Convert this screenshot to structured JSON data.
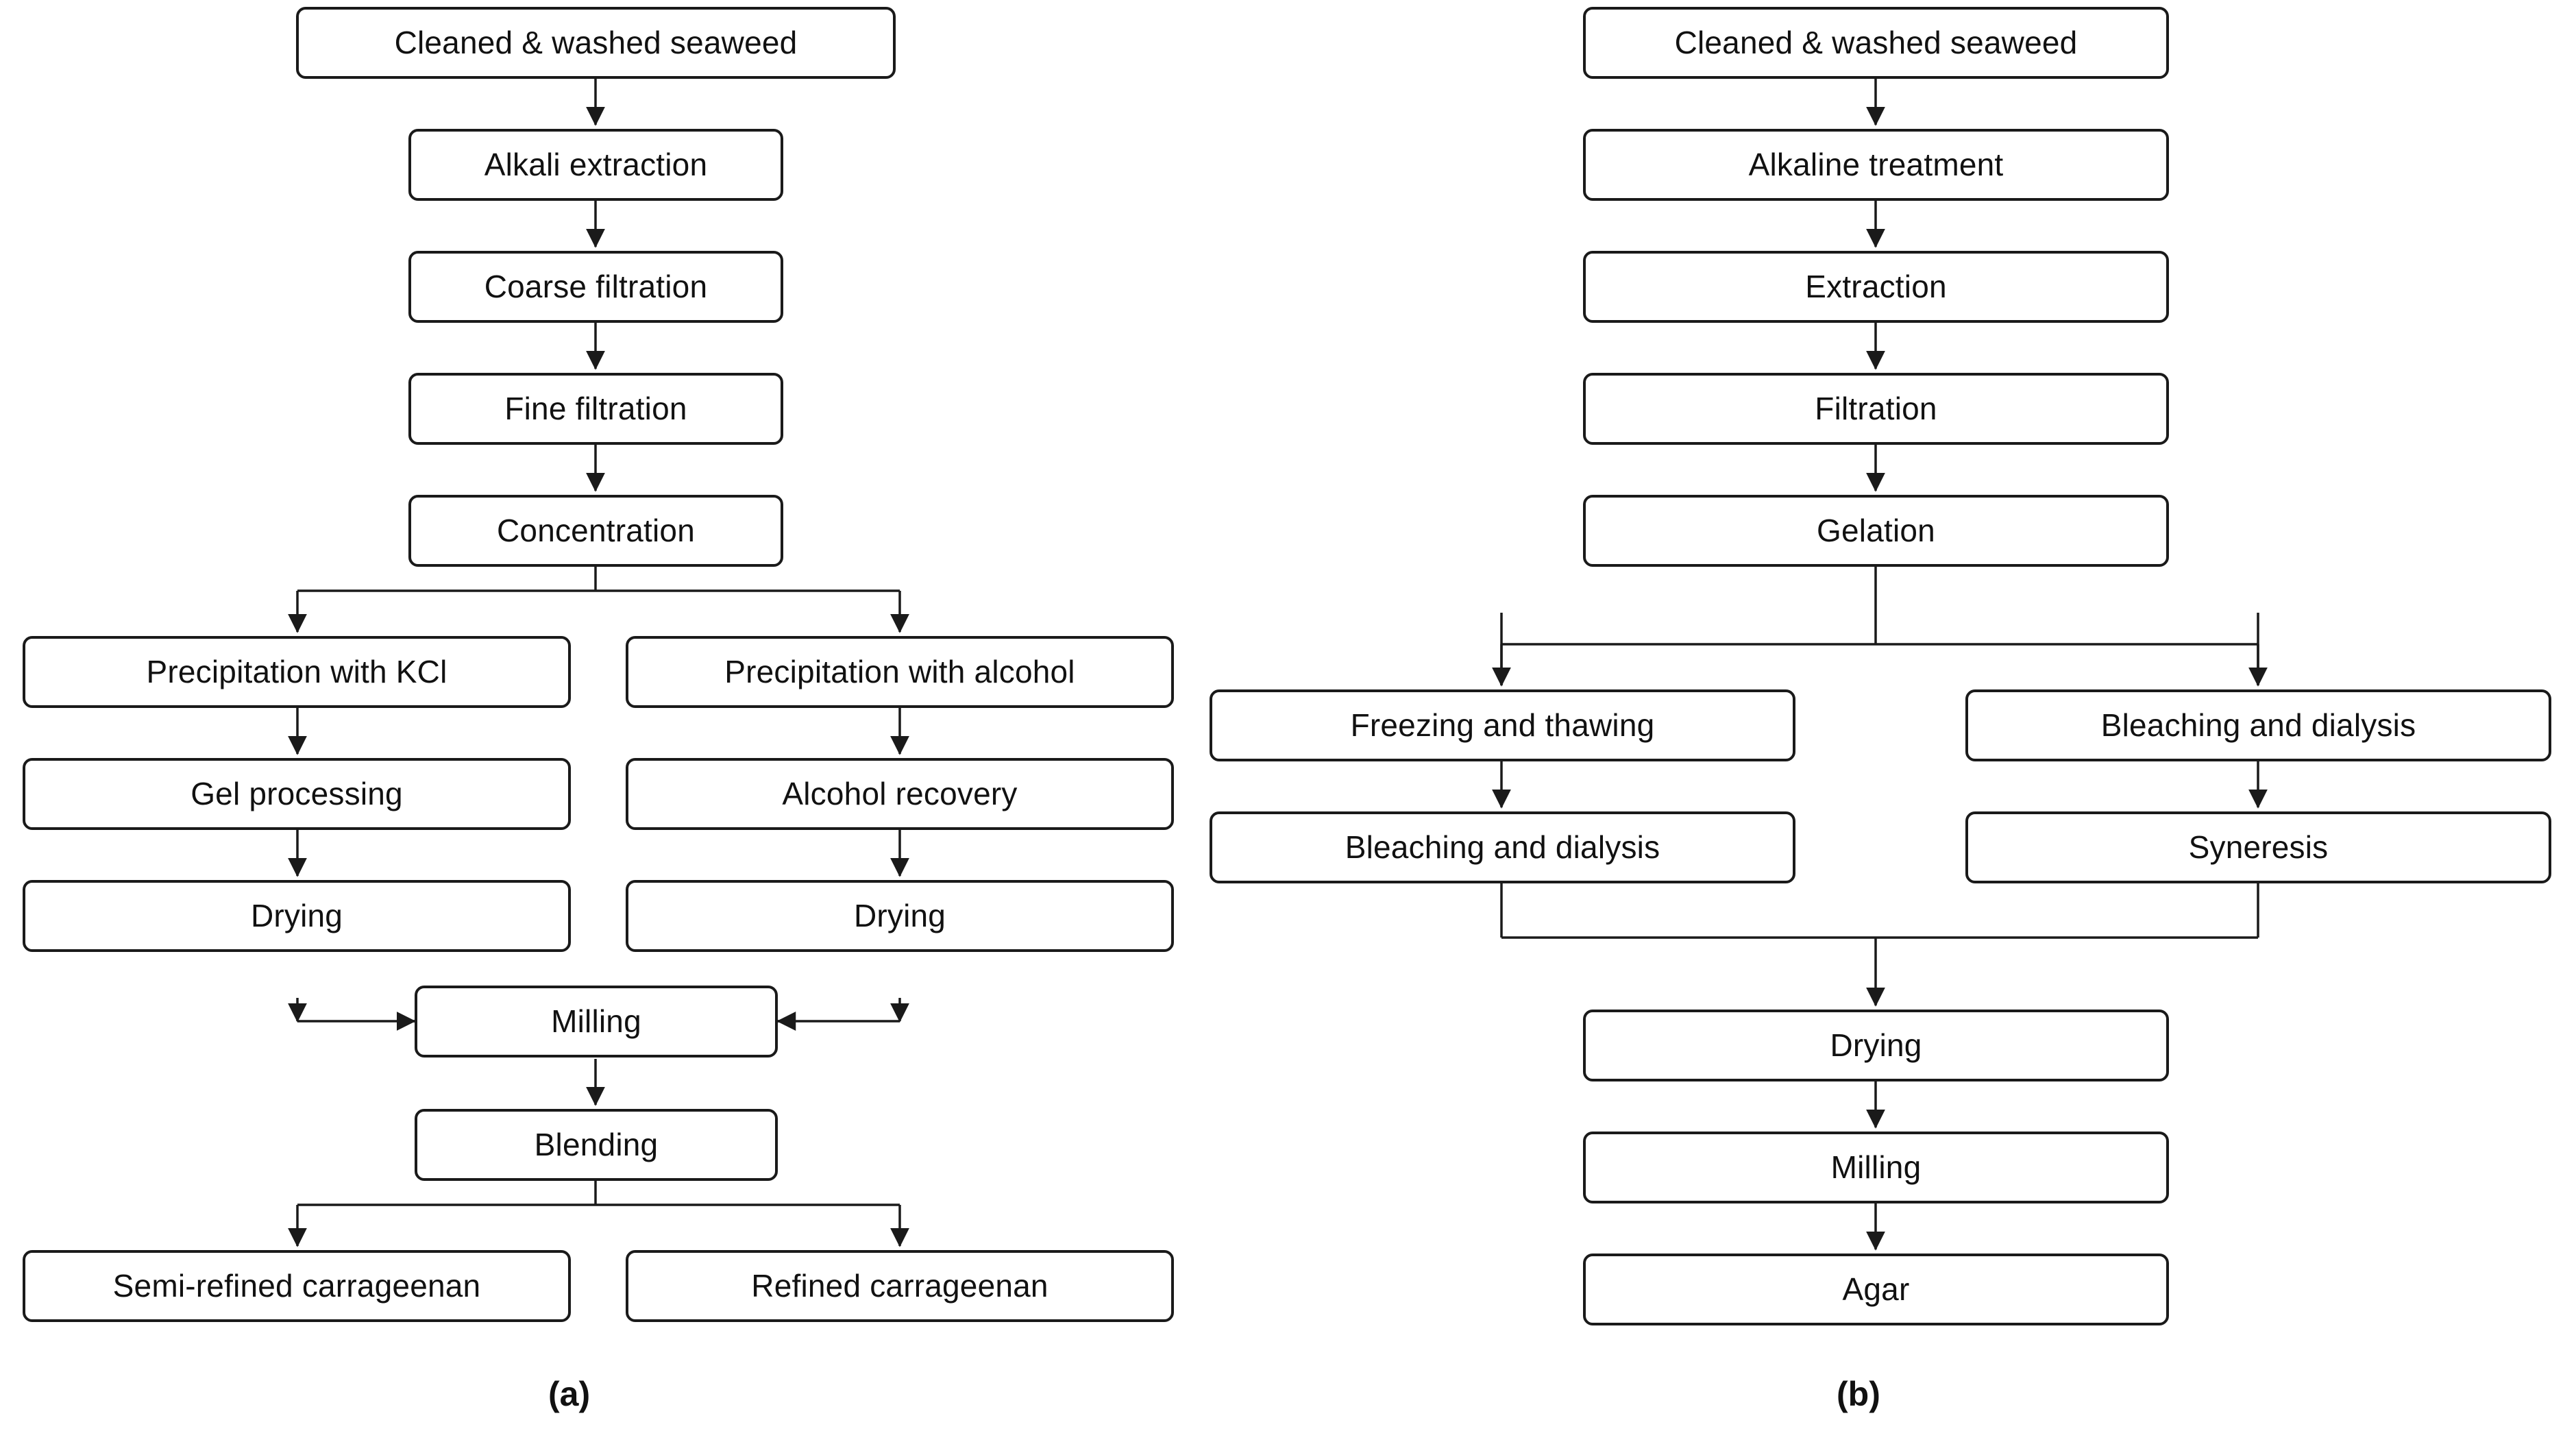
{
  "figure": {
    "panels": [
      {
        "id": "panel-a",
        "label": "(a)",
        "nodes": [
          {
            "id": "a1",
            "text": "Cleaned & washed seaweed"
          },
          {
            "id": "a2",
            "text": "Alkali extraction"
          },
          {
            "id": "a3",
            "text": "Coarse filtration"
          },
          {
            "id": "a4",
            "text": "Fine filtration"
          },
          {
            "id": "a5",
            "text": "Concentration"
          },
          {
            "id": "a6",
            "text": "Precipitation with KCl"
          },
          {
            "id": "a7",
            "text": "Precipitation with alcohol"
          },
          {
            "id": "a8",
            "text": "Gel processing"
          },
          {
            "id": "a9",
            "text": "Alcohol recovery"
          },
          {
            "id": "a10",
            "text": "Drying"
          },
          {
            "id": "a11",
            "text": "Drying"
          },
          {
            "id": "a12",
            "text": "Milling"
          },
          {
            "id": "a13",
            "text": "Blending"
          },
          {
            "id": "a14",
            "text": "Semi-refined carrageenan"
          },
          {
            "id": "a15",
            "text": "Refined carrageenan"
          }
        ]
      },
      {
        "id": "panel-b",
        "label": "(b)",
        "nodes": [
          {
            "id": "b1",
            "text": "Cleaned & washed seaweed"
          },
          {
            "id": "b2",
            "text": "Alkaline treatment"
          },
          {
            "id": "b3",
            "text": "Extraction"
          },
          {
            "id": "b4",
            "text": "Filtration"
          },
          {
            "id": "b5",
            "text": "Gelation"
          },
          {
            "id": "b6",
            "text": "Freezing and thawing"
          },
          {
            "id": "b7",
            "text": "Bleaching and dialysis"
          },
          {
            "id": "b8",
            "text": "Bleaching and dialysis"
          },
          {
            "id": "b9",
            "text": "Syneresis"
          },
          {
            "id": "b10",
            "text": "Drying"
          },
          {
            "id": "b11",
            "text": "Milling"
          },
          {
            "id": "b12",
            "text": "Agar"
          }
        ]
      }
    ],
    "colors": {
      "stroke": "#1a1a1a",
      "fill": "#ffffff",
      "text": "#111111"
    }
  }
}
